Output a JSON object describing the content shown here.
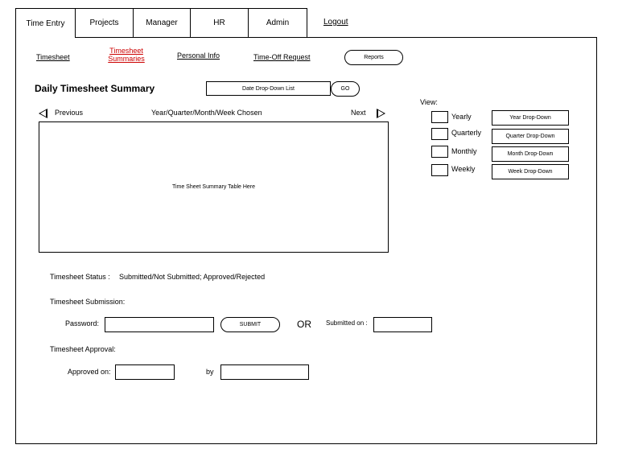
{
  "tabs": [
    "Time Entry",
    "Projects",
    "Manager",
    "HR",
    "Admin"
  ],
  "logout": "Logout",
  "subnav": {
    "timesheet": "Timesheet",
    "summaries_line1": "Timesheet",
    "summaries_line2": "Summaries",
    "personal_info": "Personal Info",
    "time_off": "Time-Off Request",
    "reports": "Reports"
  },
  "page_title": "Daily Timesheet Summary",
  "date_dropdown": "Date Drop-Down List",
  "go_button": "GO",
  "nav": {
    "previous": "Previous",
    "chosen": "Year/Quarter/Month/Week Chosen",
    "next": "Next"
  },
  "table_placeholder": "Time Sheet Summary Table Here",
  "view": {
    "label": "View:",
    "options": [
      {
        "label": "Yearly",
        "dropdown": "Year Drop-Down"
      },
      {
        "label": "Quarterly",
        "dropdown": "Quarter Drop-Down"
      },
      {
        "label": "Monthly",
        "dropdown": "Month Drop-Down"
      },
      {
        "label": "Weekly",
        "dropdown": "Week Drop-Down"
      }
    ]
  },
  "status": {
    "label": "Timesheet Status :",
    "value": "Submitted/Not Submitted; Approved/Rejected"
  },
  "submission": {
    "heading": "Timesheet Submission:",
    "password_label": "Password:",
    "submit_button": "SUBMIT",
    "or": "OR",
    "submitted_on_label": "Submitted on :"
  },
  "approval": {
    "heading": "Timesheet Approval:",
    "approved_on_label": "Approved on:",
    "by_label": "by"
  }
}
